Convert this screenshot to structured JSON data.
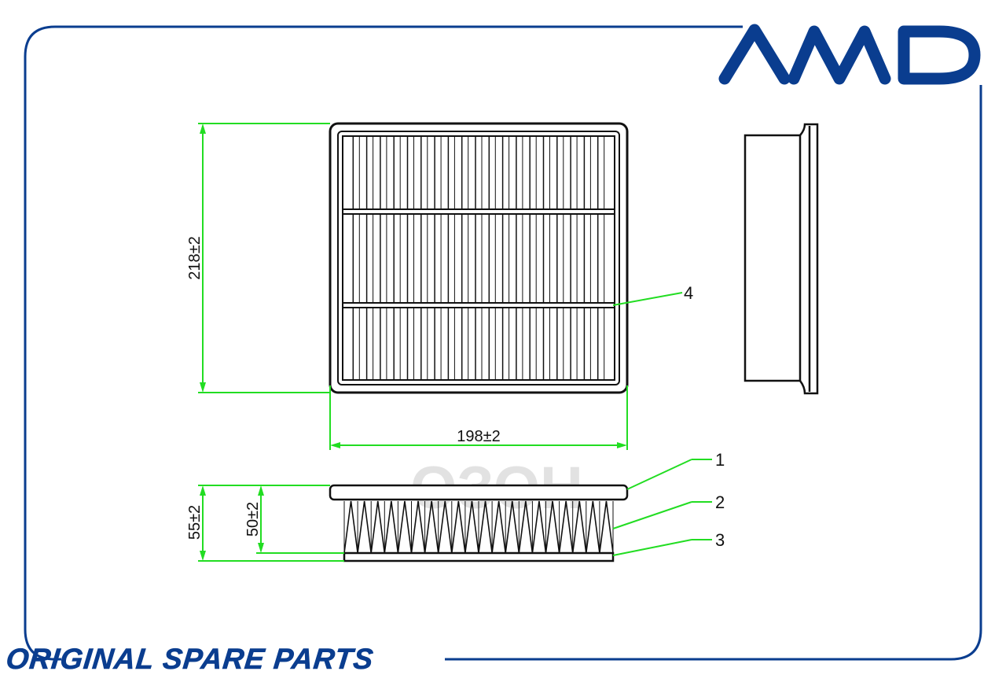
{
  "brand": {
    "logo_text": "AMD",
    "color": "#0a3d8f"
  },
  "footer": {
    "text": "ORIGINAL SPARE PARTS"
  },
  "dimensions": {
    "height": "218±2",
    "width": "198±2",
    "total_depth": "55±2",
    "pleat_depth": "50±2"
  },
  "callouts": {
    "frame": "1",
    "media": "2",
    "bottom": "3",
    "grid": "4"
  },
  "watermark": {
    "text": "ОЗОН"
  },
  "colors": {
    "dimension_line": "#22dd22",
    "drawing_line": "#111111",
    "frame_line": "#0a3d8f"
  }
}
